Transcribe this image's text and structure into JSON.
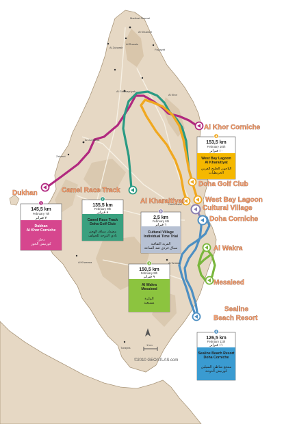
{
  "colors": {
    "sea": "#ffffff",
    "land": "#e6d8c4",
    "land_shade": "#cdb898",
    "coast_outline": "#a9967a",
    "label_fill": "#f19a6a",
    "stage1": "#b1287f",
    "stage2": "#2a9a83",
    "stage3": "#79b63c",
    "stage4": "#f0a820",
    "stage5": "#4d8fc2",
    "stage6": "#8c7fb0",
    "stage1_box_bottom": "#d6468e",
    "stage2_box_bottom": "#3aa07f",
    "stage3_box_bottom": "#8cc43f",
    "stage4_box_bottom": "#f5b800",
    "stage5_box_bottom": "#3a9bd1",
    "stage6_box_bottom": "#b7c1d3"
  },
  "icons": {
    "stage_marker": "circle-arrow-icon",
    "north_arrow": "north-arrow-icon",
    "town": "town-dot-icon"
  },
  "places": {
    "dukhan": "Dukhan",
    "camel_race_track": "Camel Race Track",
    "al_khor_corniche": "Al Khor Corniche",
    "doha_golf_club": "Doha Golf Club",
    "west_bay_lagoon": "West Bay Lagoon",
    "al_kharaitiyat": "Al Kharaitiyat",
    "cultural_village": "Cultural Village",
    "doha_corniche": "Doha Corniche",
    "al_wakra": "Al Wakra",
    "mesaieed": "Mesaieed",
    "sealine": "Sealine",
    "beach_resort": "Beach Resort"
  },
  "towns": {
    "madinat_shamal": "Madinat Shamal",
    "al_khuwayr": "Al Khuwayr",
    "fuwayrit": "Fuwayrit",
    "al_ghuwayriyah": "Al Ghuwayriyah",
    "al_khor": "Al Khor",
    "al_jumailiya": "Al Jumailiya",
    "zekreet": "Zekreet",
    "umm_bab": "Umm Bab",
    "al_kharrara": "Al Kharrara",
    "turayna": "Turayna",
    "al_zubarah": "Al Zubarah",
    "al_ruwais": "Al Ruwais",
    "umm_salal": "Umm Salal",
    "al_wukair": "Al Wukair"
  },
  "stages": [
    {
      "number": "1",
      "km": "145,5 km",
      "date_en": "February 7th",
      "date_ar": "٧ فبراير",
      "route": "Dukhan\nAl Khor Corniche",
      "route_ar": "دخان\nكورنيش الخور"
    },
    {
      "number": "2",
      "km": "135,5 km",
      "date_en": "February 8th",
      "date_ar": "٨ فبراير",
      "route": "Camel Race Track\nDoha Golf Club",
      "route_ar": "مضمار سباق الهجن\nنادي الدوحة للجولف"
    },
    {
      "number": "3",
      "km": "150,5 km",
      "date_en": "February 9th",
      "date_ar": "٩ فبراير",
      "route": "Al Wakra\nMesaieed",
      "route_ar": "الوكرة\nمسيعيد"
    },
    {
      "number": "4",
      "km": "153,5 km",
      "date_en": "February 10th",
      "date_ar": "١٠ فبراير",
      "route": "West Bay Lagoon\nAl Kharaitiyat",
      "route_ar": "اللاجون الخليج الغربي\nالخريطيات"
    },
    {
      "number": "5",
      "km": "2,5 km",
      "date_en": "February 6th",
      "date_ar": "٦ فبراير",
      "route": "Cultural Village\nIndividual Time Trial",
      "route_ar": "القرية الثقافية\nسباق فردي ضد الساعة"
    },
    {
      "number": "6",
      "km": "126,5 km",
      "date_en": "February 11th",
      "date_ar": "١١ فبراير",
      "route": "Sealine Beach Resort\nDoha Corniche",
      "route_ar": "منتجع شاطئ السيلين\nكورنيش الدوحة"
    }
  ],
  "scale": "1 km",
  "copyright": "©2010 GEOATLAS.com"
}
